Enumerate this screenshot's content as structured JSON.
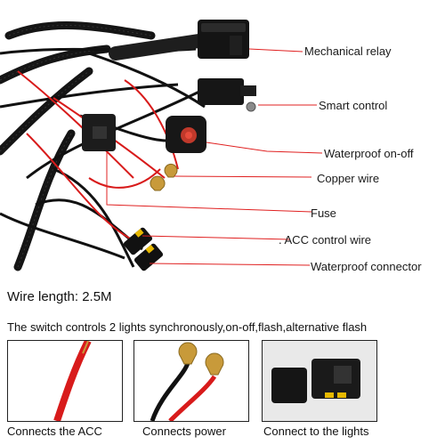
{
  "callouts": {
    "mechanical_relay": "Mechanical relay",
    "smart_control": "Smart control",
    "waterproof_on_off": "Waterproof on-off",
    "copper_wire": "Copper wire",
    "fuse": "Fuse",
    "acc_control_wire": ".  ACC  control wire",
    "waterproof_connector": "Waterproof connector"
  },
  "wire_length": "Wire length: 2.5M",
  "switch_description": "The switch controls 2 lights synchronously,on-off,flash,alternative flash",
  "panels": [
    {
      "caption": "Connects the ACC"
    },
    {
      "caption": "Connects power"
    },
    {
      "caption": "Connect to the lights"
    }
  ],
  "colors": {
    "callout_line": "#e02020",
    "wire_black": "#111111",
    "wire_red": "#d81b1b",
    "brass": "#c89a3a"
  }
}
